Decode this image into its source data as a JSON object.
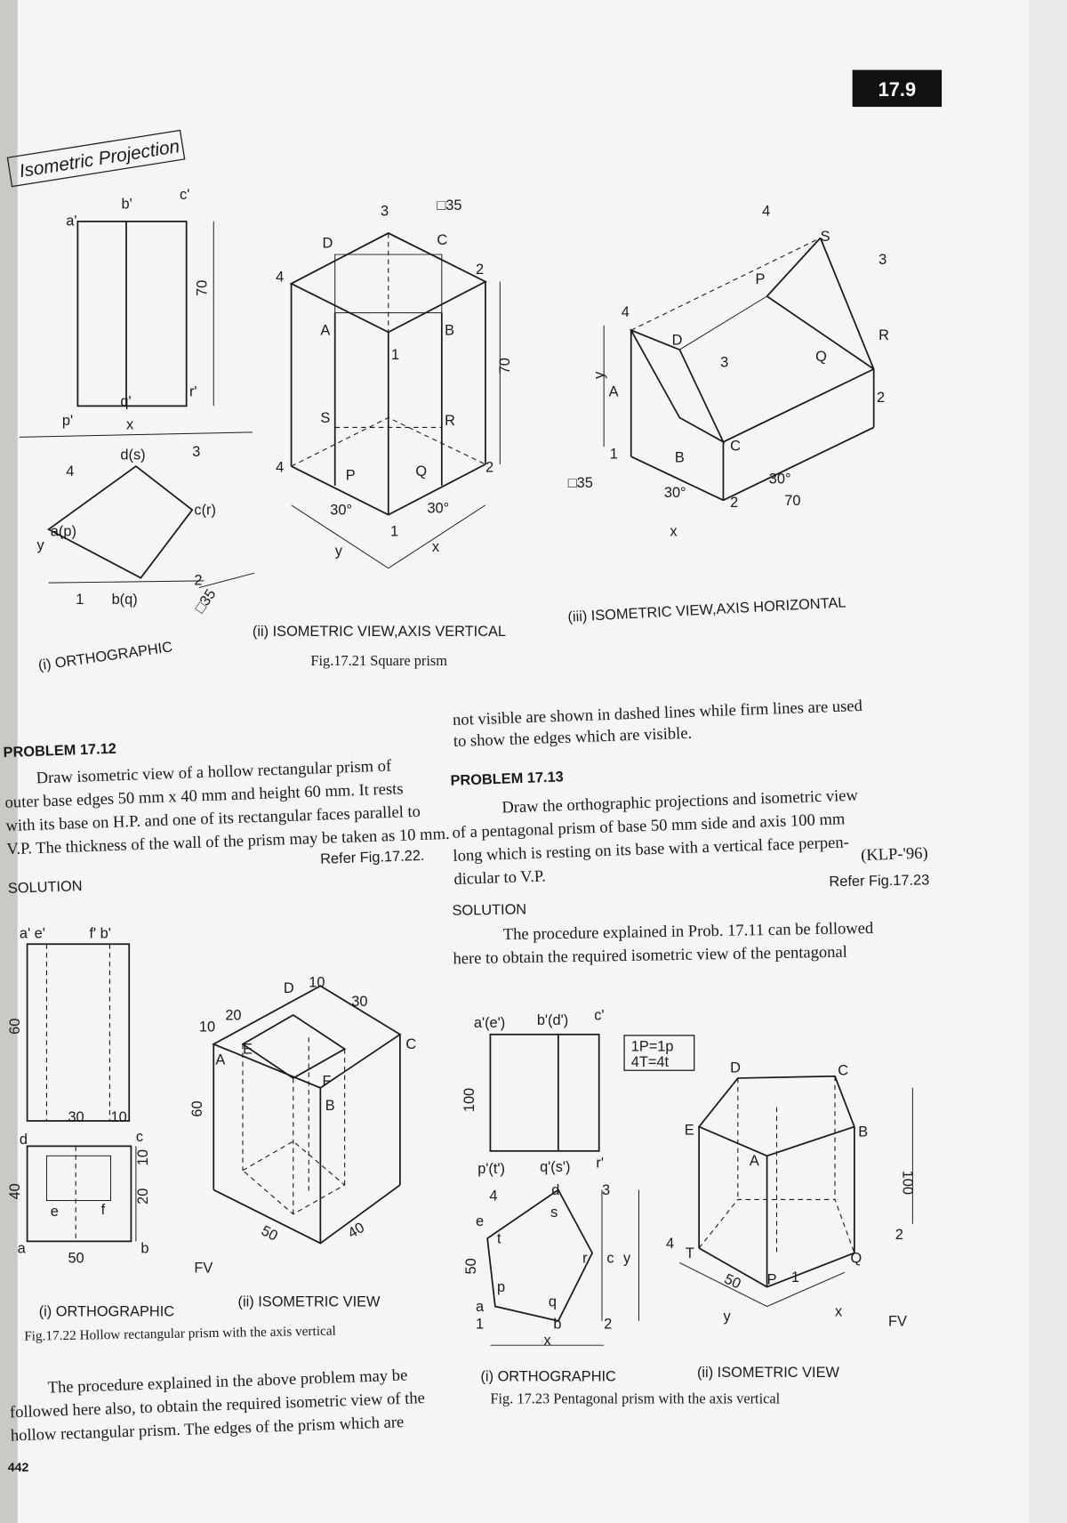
{
  "page": {
    "page_number_badge": "17.9",
    "section_header": "Isometric Projection",
    "page_footer_number": "442"
  },
  "fig_17_21": {
    "caption": "Fig.17.21  Square prism",
    "sub_i": "(i)  ORTHOGRAPHIC",
    "sub_ii": "(ii)  ISOMETRIC  VIEW,AXIS  VERTICAL",
    "sub_iii": "(iii)  ISOMETRIC  VIEW,AXIS  HORIZONTAL",
    "labels_i": [
      "a'",
      "b'",
      "c'",
      "70",
      "p'",
      "q'",
      "r'",
      "x",
      "d(s)",
      "3",
      "4",
      "c(r)",
      "a(p)",
      "y",
      "1",
      "b(q)",
      "2",
      "□35"
    ],
    "labels_ii": [
      "3",
      "□35",
      "D",
      "C",
      "4",
      "2",
      "A",
      "B",
      "70",
      "1",
      "S",
      "R",
      "4",
      "P",
      "Q",
      "2",
      "30°",
      "30°",
      "1",
      "y",
      "x"
    ],
    "labels_iii": [
      "4",
      "S",
      "3",
      "P",
      "R",
      "4",
      "D",
      "3",
      "Q",
      "y",
      "A",
      "2",
      "B",
      "C",
      "1",
      "□35",
      "30°",
      "30°",
      "2",
      "70",
      "x"
    ]
  },
  "problem_17_12": {
    "title": "PROBLEM 17.12",
    "lines": [
      "Draw isometric view  of a hollow rectangular prism of",
      "outer base edges 50 mm x 40 mm and height 60 mm.  It rests",
      "with its base on H.P. and one of its rectangular faces parallel to",
      "V.P. The thickness of the wall of the prism may be taken as 10 mm."
    ],
    "refer": "Refer Fig.17.22.",
    "solution": "SOLUTION"
  },
  "fig_17_22": {
    "caption": "Fig.17.22  Hollow rectangular prism with the axis vertical",
    "sub_i": "(i)  ORTHOGRAPHIC",
    "sub_ii": "(ii)  ISOMETRIC  VIEW",
    "labels_i": [
      "a' e'",
      "f'  b'",
      "60",
      "30",
      "10",
      "d",
      "c",
      "10",
      "40",
      "20",
      "e",
      "f",
      "a",
      "50",
      "b"
    ],
    "labels_ii": [
      "D",
      "10",
      "30",
      "10",
      "20",
      "A",
      "E",
      "C",
      "F",
      "B",
      "60",
      "50",
      "40",
      "FV"
    ]
  },
  "para_bottom_left": [
    "The procedure explained in the above problem may be",
    "followed here also, to obtain the required isometric view of the",
    "hollow rectangular prism.  The edges of the prism which are"
  ],
  "para_top_right": [
    "not visible are shown in dashed lines  while firm lines are used",
    "to show the edges which are visible."
  ],
  "problem_17_13": {
    "title": "PROBLEM 17.13",
    "lines": [
      "Draw the orthographic projections and isometric view",
      "of a pentagonal prism of base 50 mm side and axis 100 mm",
      "long which is resting on its base with a vertical face perpen-",
      "dicular to V.P."
    ],
    "ref_code": "(KLP-'96)",
    "refer": "Refer Fig.17.23",
    "solution": "SOLUTION",
    "solution_lines": [
      "The procedure explained in Prob. 17.11 can be followed",
      "here to obtain the required isometric view of the pentagonal"
    ]
  },
  "fig_17_23": {
    "caption": "Fig. 17.23 Pentagonal prism with the axis vertical",
    "sub_i": "(i)  ORTHOGRAPHIC",
    "sub_ii": "(ii)  ISOMETRIC  VIEW",
    "scale_note": [
      "1P=1p",
      "4T=4t"
    ],
    "labels_i": [
      "a'(e')",
      "b'(d')",
      "c'",
      "100",
      "p'(t')",
      "q'(s')",
      "r'",
      "4",
      "d",
      "3",
      "e",
      "s",
      "t",
      "50",
      "r",
      "c",
      "y",
      "p",
      "q",
      "a",
      "1",
      "b",
      "2",
      "x"
    ],
    "labels_ii": [
      "D",
      "C",
      "E",
      "B",
      "A",
      "100",
      "4",
      "T",
      "2",
      "Q",
      "50",
      "P",
      "1",
      "y",
      "x",
      "FV"
    ]
  }
}
